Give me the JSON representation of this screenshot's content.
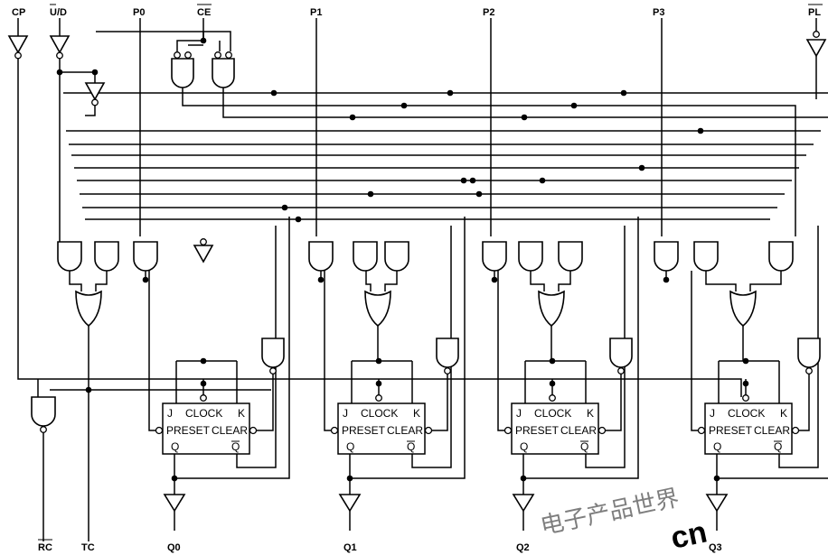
{
  "inputs": {
    "cp": "CP",
    "up_down": "U/D",
    "p0": "P0",
    "ce": "CE",
    "p1": "P1",
    "p2": "P2",
    "p3": "P3",
    "pl": "PL"
  },
  "outputs": {
    "rc": "RC",
    "tc": "TC",
    "q0": "Q0",
    "q1": "Q1",
    "q2": "Q2",
    "q3": "Q3"
  },
  "flipflop": {
    "j": "J",
    "clock": "CLOCK",
    "k": "K",
    "preset": "PRESET",
    "clear": "CLEAR",
    "q": "Q",
    "qbar": "Q"
  },
  "watermark": {
    "chinese": "电子产品世界",
    "latin": "cn"
  },
  "colors": {
    "ink": "#000000",
    "watermark": "#e24b3f"
  }
}
